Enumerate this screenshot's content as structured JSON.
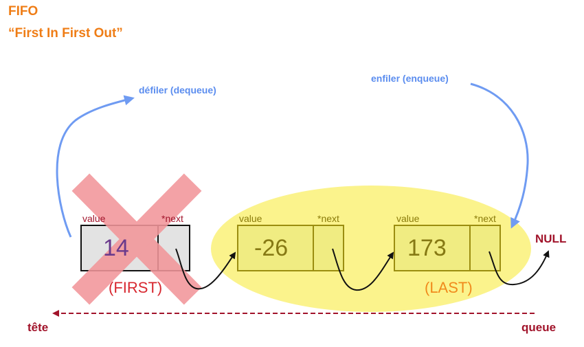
{
  "header": {
    "title": "FIFO",
    "subtitle": "“First In First Out”"
  },
  "operations": {
    "dequeue": "défiler (dequeue)",
    "enqueue": "enfiler (enqueue)"
  },
  "nodes": [
    {
      "value_label": "value",
      "next_label": "*next",
      "value": "14",
      "tag": "(FIRST)",
      "removed": true
    },
    {
      "value_label": "value",
      "next_label": "*next",
      "value": "-26",
      "tag": "",
      "removed": false
    },
    {
      "value_label": "value",
      "next_label": "*next",
      "value": "173",
      "tag": "(LAST)",
      "removed": false
    }
  ],
  "null_label": "NULL",
  "ends": {
    "head": "tête",
    "tail": "queue"
  },
  "colors": {
    "title": "#ef7d16",
    "operation_arrow": "#6f9bf2",
    "queue_highlight": "#fbf38c",
    "node_active_fill": "#f0ec82",
    "node_active_border": "#9b8d10",
    "removed_cross": "#f2969a",
    "removed_label": "#d7272f",
    "last_label": "#f08a1c",
    "end_labels": "#a1132a"
  }
}
